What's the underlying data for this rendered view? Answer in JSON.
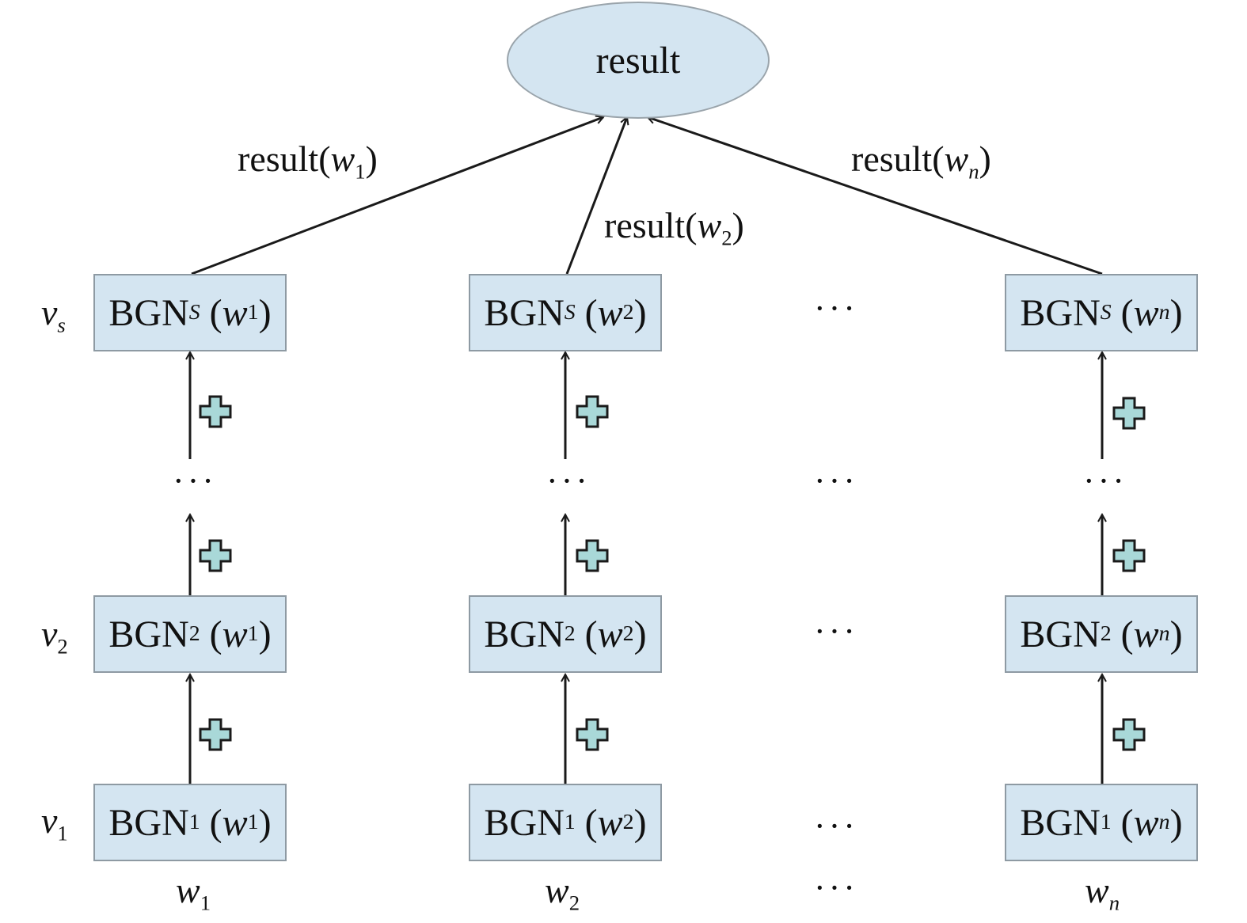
{
  "top_node": {
    "label": "result"
  },
  "edge_labels": {
    "w1": {
      "text": "result(",
      "var": "w",
      "sub": "1",
      "close": ")"
    },
    "w2": {
      "text": "result(",
      "var": "w",
      "sub": "2",
      "close": ")"
    },
    "wn": {
      "text": "result(",
      "var": "w",
      "sub": "n",
      "close": ")"
    }
  },
  "rows": {
    "vs": {
      "var": "v",
      "sub": "s"
    },
    "v2": {
      "var": "v",
      "sub": "2"
    },
    "v1": {
      "var": "v",
      "sub": "1"
    }
  },
  "columns": [
    {
      "id": "w1",
      "var": "w",
      "sub": "1"
    },
    {
      "id": "w2",
      "var": "w",
      "sub": "2"
    },
    {
      "id": "wn",
      "var": "w",
      "sub": "n"
    }
  ],
  "box_prefix": "BGN",
  "box_subs": {
    "vs": "S",
    "v2": "2",
    "v1": "1"
  },
  "ellipsis": "···",
  "colors": {
    "box_fill": "#d4e5f1",
    "plus_fill": "#a9d8d8",
    "stroke": "#1a1a1a"
  }
}
